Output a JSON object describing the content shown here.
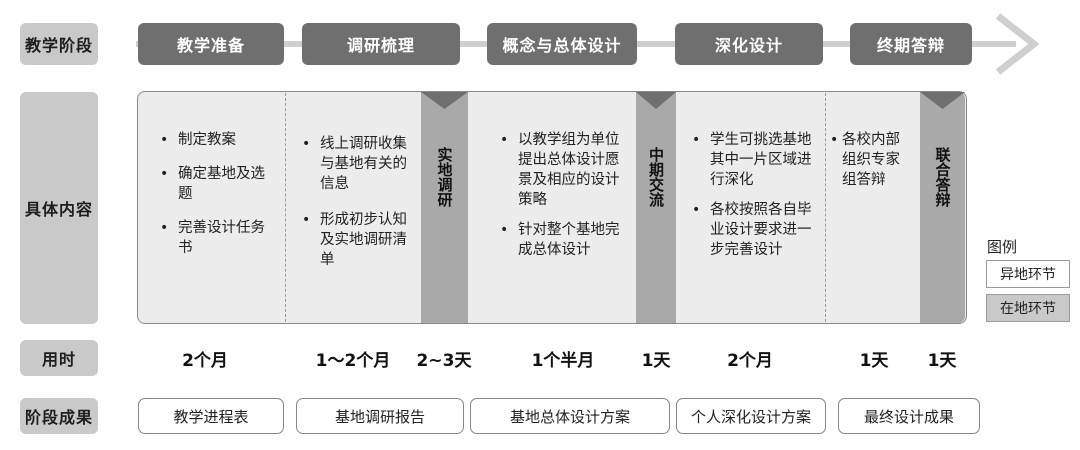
{
  "row_labels": {
    "stage": "教学阶段",
    "content": "具体内容",
    "time": "用时",
    "outcome": "阶段成果"
  },
  "stages": [
    "教学准备",
    "调研梳理",
    "概念与总体设计",
    "深化设计",
    "终期答辩"
  ],
  "remote_sections": [
    {
      "bullets": [
        "制定教案",
        "确定基地及选题",
        "完善设计任务书"
      ]
    },
    {
      "bullets": [
        "线上调研收集与基地有关的信息",
        "形成初步认知及实地调研清单"
      ]
    },
    {
      "bullets": [
        "以教学组为单位提出总体设计愿景及相应的设计策略",
        "针对整个基地完成总体设计"
      ]
    },
    {
      "bullets": [
        "学生可挑选基地其中一片区域进行深化",
        "各校按照各自毕业设计要求进一步完善设计"
      ]
    },
    {
      "bullets": [
        "各校内部组织专家组答辩"
      ]
    }
  ],
  "field_sections": [
    "实地调研",
    "中期交流",
    "联合答辩"
  ],
  "durations": [
    "2个月",
    "1～2个月",
    "2~3天",
    "1个半月",
    "1天",
    "2个月",
    "1天",
    "1天"
  ],
  "outcomes": [
    "教学进程表",
    "基地调研报告",
    "基地总体设计方案",
    "个人深化设计方案",
    "最终设计成果"
  ],
  "legend": {
    "title": "图例",
    "remote": "异地环节",
    "onsite": "在地环节"
  },
  "colors": {
    "stage_pill": "#6f6f6f",
    "panel_bg": "#ececec",
    "field_strip": "#a9a9a9",
    "row_label": "#c9c9c9",
    "connector": "#cfcfcf"
  }
}
